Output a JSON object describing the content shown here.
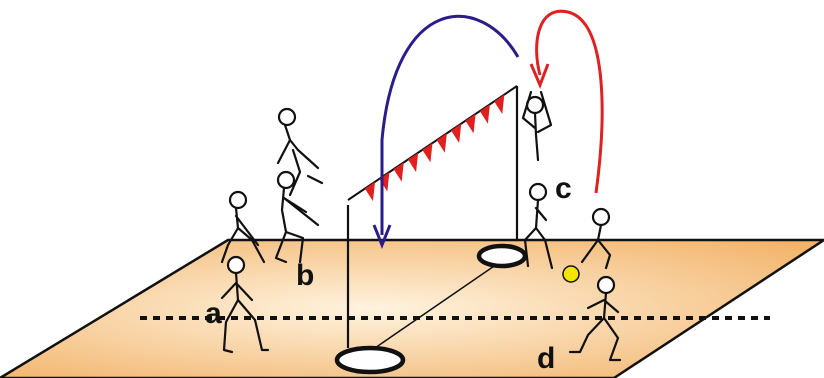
{
  "players": [
    {
      "id": "a",
      "label": "a"
    },
    {
      "id": "b",
      "label": "b"
    },
    {
      "id": "c",
      "label": "c"
    },
    {
      "id": "d",
      "label": "d"
    }
  ],
  "colors": {
    "court_edge": "#f2b36a",
    "court_center": "#fff3df",
    "flag": "#e0201e",
    "blue_arrow": "#2a1d8a",
    "red_arrow": "#dd2222",
    "ball": "#f2e600"
  },
  "icons": [
    "court",
    "net-pole",
    "pennant-line",
    "hoop",
    "player-figure",
    "ball",
    "trajectory-arrow"
  ]
}
